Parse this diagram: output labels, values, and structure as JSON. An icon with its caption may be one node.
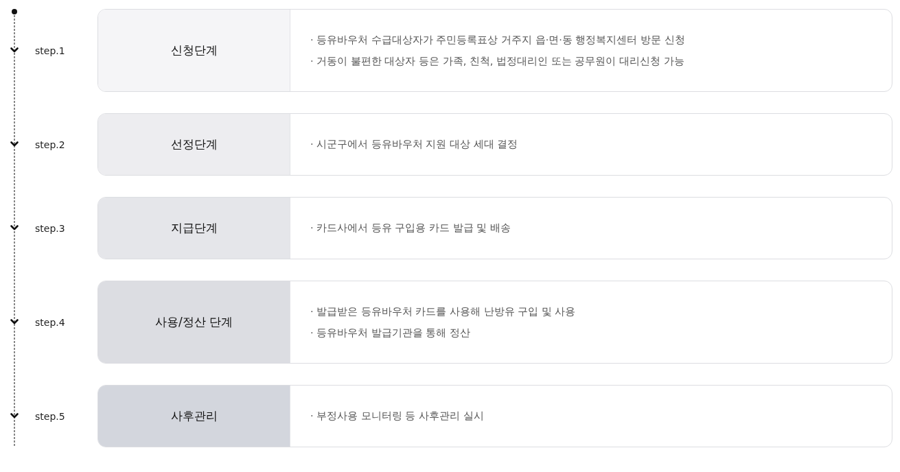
{
  "diagram": {
    "nodes": [
      {
        "text": [
          "신청단계",
          "· 등유바우처 수급대상자가 주민등록표상 거주지 읍·면·동 행정복지센터 방문 신청",
          "· 거동이 불편한 대상자 등은 가족, 친척, 법정대리인 또는 공무원이 대리신청 가능"
        ],
        "beside": [
          "step.1"
        ]
      },
      {
        "text": [
          "선정단계",
          "· 시군구에서 등유바우처 지원 대상 세대 결정"
        ],
        "beside": [
          "step.2"
        ]
      },
      {
        "text": [
          "지급단계",
          "· 카드사에서 등유 구입용 카드 발급 및 배송"
        ],
        "beside": [
          "step.3"
        ]
      },
      {
        "text": [
          "사용/정산 단계",
          "· 발급받은 등유바우처 카드를 사용해 난방유 구입 및 사용",
          "· 등유바우처 발급기관을 통해 정산"
        ],
        "beside": [
          "step.4"
        ]
      },
      {
        "text": [
          "사후관리",
          "· 부정사용 모니터링 등 사후관리 실시"
        ],
        "beside": [
          "step.5"
        ]
      }
    ]
  }
}
